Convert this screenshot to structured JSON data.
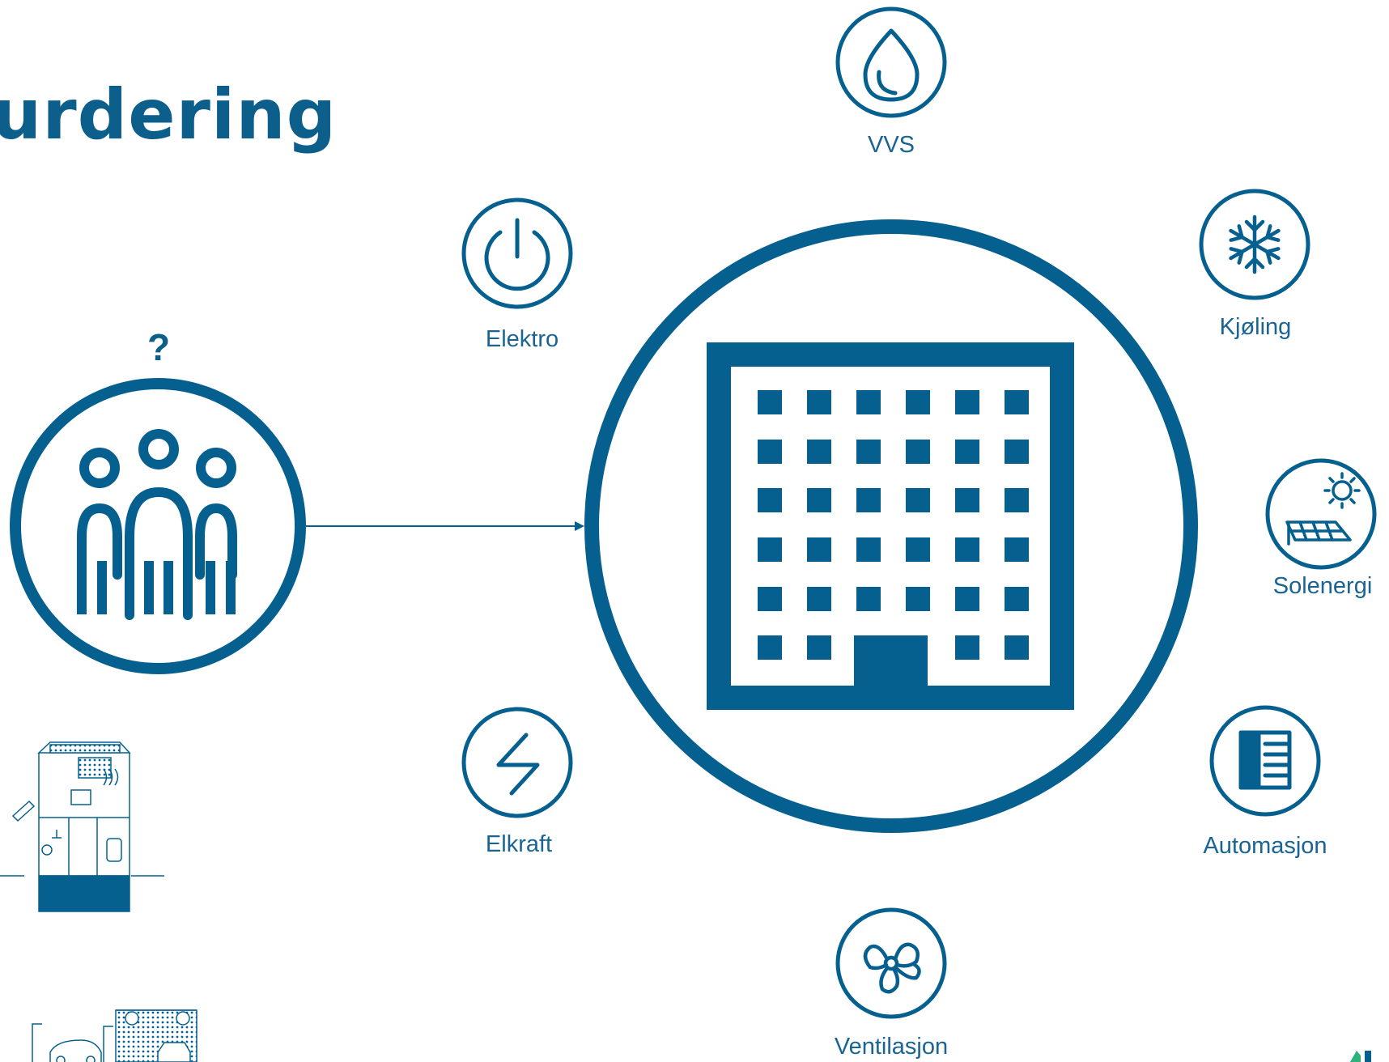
{
  "diagram": {
    "title": "urdering",
    "question_mark": "?",
    "colors": {
      "primary": "#06608f",
      "label": "#1a6493",
      "accent_green": "#2ab37a"
    },
    "center_node": {
      "icon": "office-building-icon"
    },
    "left_node": {
      "icon": "people-group-icon"
    },
    "disciplines": [
      {
        "label": "VVS",
        "icon": "water-drop-icon"
      },
      {
        "label": "Elektro",
        "icon": "power-icon"
      },
      {
        "label": "Kjøling",
        "icon": "snowflake-icon"
      },
      {
        "label": "Solenergi",
        "icon": "solar-panel-icon"
      },
      {
        "label": "Automasjon",
        "icon": "control-panel-icon"
      },
      {
        "label": "Elkraft",
        "icon": "lightning-icon"
      },
      {
        "label": "Ventilasjon",
        "icon": "fan-icon"
      }
    ],
    "illustrations": [
      "house-cutaway-illustration",
      "garage-ev-illustration"
    ]
  }
}
